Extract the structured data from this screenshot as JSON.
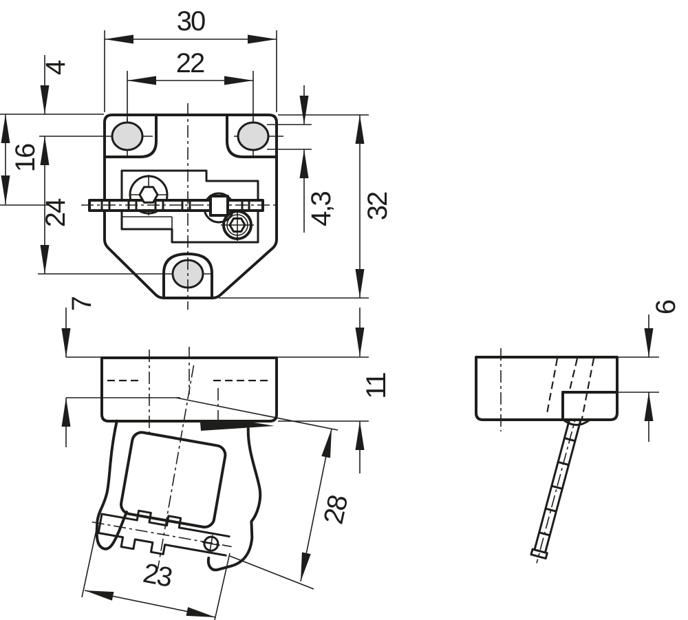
{
  "drawing": {
    "type": "technical-dimension-drawing",
    "units": "mm",
    "colors": {
      "line": "#1d1d1b",
      "hole_fill": "#dcdcdc",
      "background": "#ffffff"
    },
    "views": [
      "top",
      "front",
      "side"
    ]
  },
  "dimensions": {
    "overall_width": "30",
    "hole_pitch": "22",
    "top_edge_to_hole": "4",
    "top_edge_to_lever_axis": "16",
    "hole_vertical_pitch": "24",
    "slot_width": "4,3",
    "overall_height": "32",
    "top_to_pivot_depth": "7",
    "body_height": "11",
    "step_height": "6",
    "lever_length": "28",
    "lever_span": "23"
  }
}
